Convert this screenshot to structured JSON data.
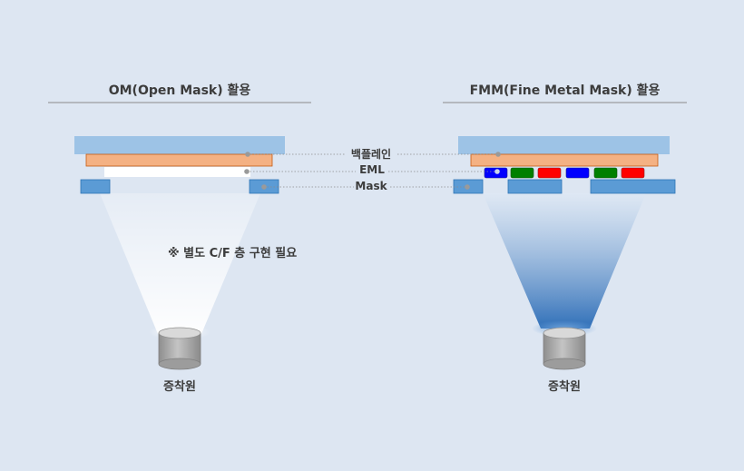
{
  "left": {
    "title": "OM(Open Mask) 활용",
    "note": "※ 별도 C/F 층 구현 필요",
    "source_label": "증착원"
  },
  "right": {
    "title": "FMM(Fine Metal Mask) 활용",
    "source_label": "증착원"
  },
  "layers": {
    "backplane": "백플레인",
    "eml": "EML",
    "mask": "Mask"
  },
  "colors": {
    "background": "#dde6f2",
    "backplane": "#9dc3e6",
    "anode_layer": "#f4b183",
    "anode_border": "#c55a11",
    "white_eml": "#ffffff",
    "mask": "#5b9bd5",
    "mask_border": "#2e75b6",
    "subpixel_blue": "#0000ff",
    "subpixel_green": "#008000",
    "subpixel_red": "#ff0000",
    "source_body": "#a6a6a6"
  },
  "subpixel_order": [
    "blue",
    "green",
    "red",
    "blue",
    "green",
    "red"
  ]
}
